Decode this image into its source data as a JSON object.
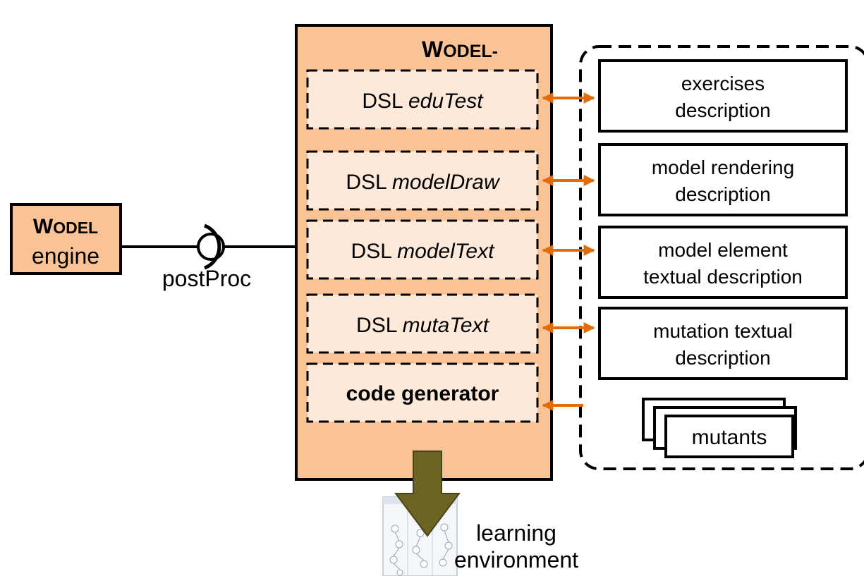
{
  "engine": {
    "name_prefix_large": "W",
    "name_prefix_small": "ODEL",
    "sub_label": "engine"
  },
  "interface_label": "postProc",
  "main_block": {
    "title_prefix_large": "W",
    "title_rest": "ODEL-",
    "modules": [
      {
        "prefix": "DSL ",
        "name": "eduTest"
      },
      {
        "prefix": "DSL ",
        "name": "modelDraw"
      },
      {
        "prefix": "DSL ",
        "name": "modelText"
      },
      {
        "prefix": "DSL ",
        "name": "mutaText"
      }
    ],
    "generator_label": "code generator"
  },
  "artifacts": [
    {
      "line1": "exercises",
      "line2": "description"
    },
    {
      "line1": "model rendering",
      "line2": "description"
    },
    {
      "line1": "model element",
      "line2": "textual description"
    },
    {
      "line1": "mutation textual",
      "line2": "description"
    }
  ],
  "mutants_label": "mutants",
  "output": {
    "line1": "learning",
    "line2": "environment"
  },
  "colors": {
    "block_fill": "#f9c396",
    "module_fill": "#fde9d9",
    "arrow": "#e36c0a",
    "output_arrow": "#6b6424",
    "stroke": "#000000"
  }
}
